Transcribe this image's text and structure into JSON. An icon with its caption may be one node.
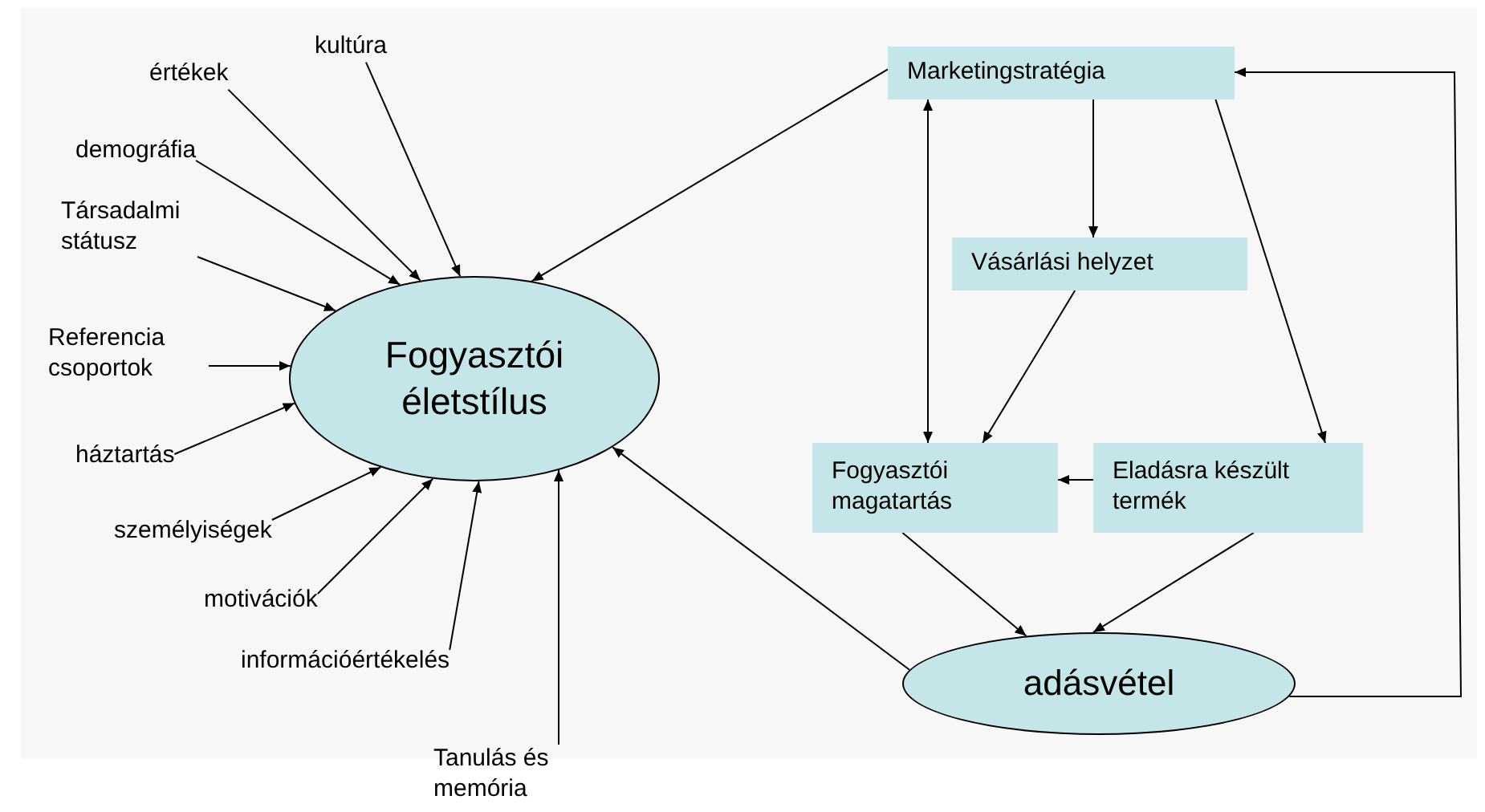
{
  "diagram": {
    "nodes": [
      {
        "text": [
          "Fogyasztói életstílus"
        ]
      },
      {
        "text": [
          "kultúra"
        ]
      },
      {
        "text": [
          "értékek"
        ]
      },
      {
        "text": [
          "demográfia"
        ]
      },
      {
        "text": [
          "Társadalmi státusz"
        ]
      },
      {
        "text": [
          "Referencia csoportok"
        ]
      },
      {
        "text": [
          "háztartás"
        ]
      },
      {
        "text": [
          "személyiségek"
        ]
      },
      {
        "text": [
          "motivációk"
        ]
      },
      {
        "text": [
          "információértékelés"
        ]
      },
      {
        "text": [
          "Tanulás és memória"
        ]
      },
      {
        "text": [
          "Marketingstratégia"
        ]
      },
      {
        "text": [
          "Vásárlási helyzet"
        ]
      },
      {
        "text": [
          "Fogyasztói magatartás"
        ]
      },
      {
        "text": [
          "Eladásra készült termék"
        ]
      },
      {
        "text": [
          "adásvétel"
        ]
      }
    ],
    "edges": [
      {
        "from": 1,
        "to": 0,
        "arrow": "to"
      },
      {
        "from": 2,
        "to": 0,
        "arrow": "to"
      },
      {
        "from": 3,
        "to": 0,
        "arrow": "to"
      },
      {
        "from": 4,
        "to": 0,
        "arrow": "to"
      },
      {
        "from": 5,
        "to": 0,
        "arrow": "to"
      },
      {
        "from": 6,
        "to": 0,
        "arrow": "to"
      },
      {
        "from": 7,
        "to": 0,
        "arrow": "to"
      },
      {
        "from": 8,
        "to": 0,
        "arrow": "to"
      },
      {
        "from": 9,
        "to": 0,
        "arrow": "to"
      },
      {
        "from": 10,
        "to": 0,
        "arrow": "to"
      },
      {
        "from": 11,
        "to": 0,
        "arrow": "to"
      },
      {
        "from": 11,
        "to": 13,
        "arrow": "both"
      },
      {
        "from": 11,
        "to": 12,
        "arrow": "to"
      },
      {
        "from": 12,
        "to": 13,
        "arrow": "to"
      },
      {
        "from": 11,
        "to": 14,
        "arrow": "to"
      },
      {
        "from": 14,
        "to": 13,
        "arrow": "to"
      },
      {
        "from": 13,
        "to": 15,
        "arrow": "to"
      },
      {
        "from": 14,
        "to": 15,
        "arrow": "to"
      },
      {
        "from": 15,
        "to": 0,
        "arrow": "to"
      },
      {
        "from": 15,
        "to": 11,
        "arrow": "to"
      }
    ]
  }
}
